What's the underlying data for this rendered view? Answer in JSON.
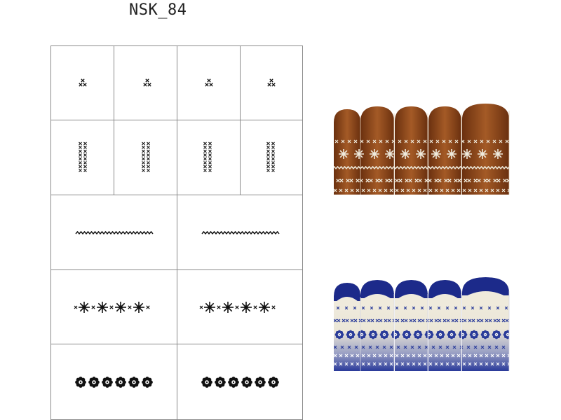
{
  "sheet": {
    "title": "NSK_84"
  },
  "designs": {
    "cross_small": "cross-stitch-small",
    "cross_column": "cross-stitch-column",
    "stitch_line": "zigzag-stitch-line",
    "snowflake_border": "snowflake-border",
    "flower_row": "flower-row"
  },
  "colors": {
    "grid_line": "#8a8a8a",
    "ink": "#111111",
    "brown_dark": "#5e2a0c",
    "brown_mid": "#8f4a1c",
    "brown_light": "#b26a32",
    "cream": "#efeadc",
    "navy": "#1c2a8a",
    "blue_pattern": "#2a3c9a"
  }
}
